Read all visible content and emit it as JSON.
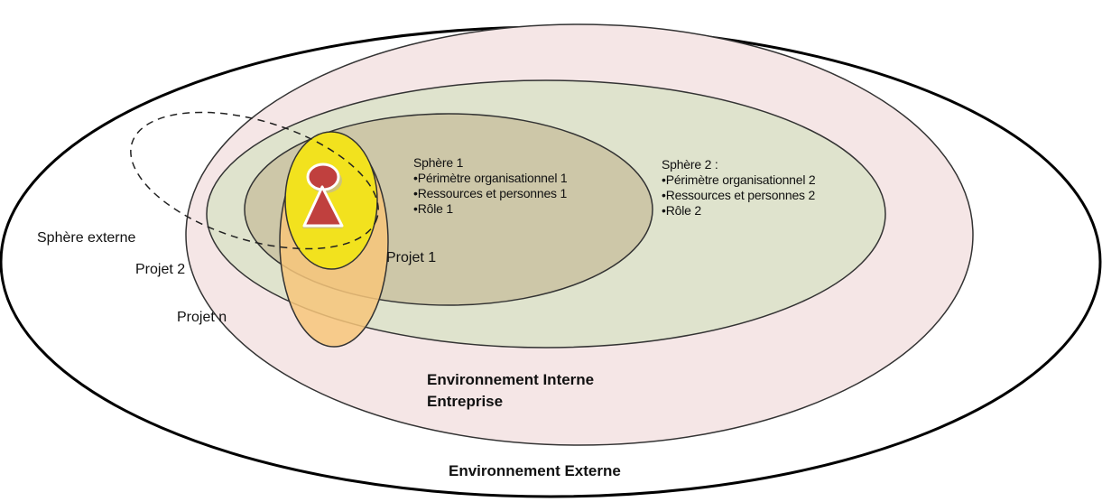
{
  "diagram": {
    "outer_label": "Environnement Externe",
    "inner_label_line1": "Environnement Interne",
    "inner_label_line2": "Entreprise",
    "external_sphere_label": "Sphère externe",
    "project_2_label": "Projet 2",
    "project_n_label": "Projet n",
    "project_1_label": "Projet 1",
    "sphere1": {
      "title": "Sphère 1",
      "items": [
        "•Périmètre organisationnel 1",
        "•Ressources et personnes 1",
        "•Rôle 1"
      ]
    },
    "sphere2": {
      "title": "Sphère 2 :",
      "items": [
        "•Périmètre organisationnel 2",
        "•Ressources et personnes 2",
        "•Rôle 2"
      ]
    }
  },
  "colors": {
    "interne_fill": "#f5e6e6",
    "sphere2_fill": "#dfe3cd",
    "sphere1_fill": "#cdc7a8",
    "projet_fill": "#f7c67a",
    "projet1_fill": "#f2e21e",
    "actor_color": "#c0403e"
  }
}
